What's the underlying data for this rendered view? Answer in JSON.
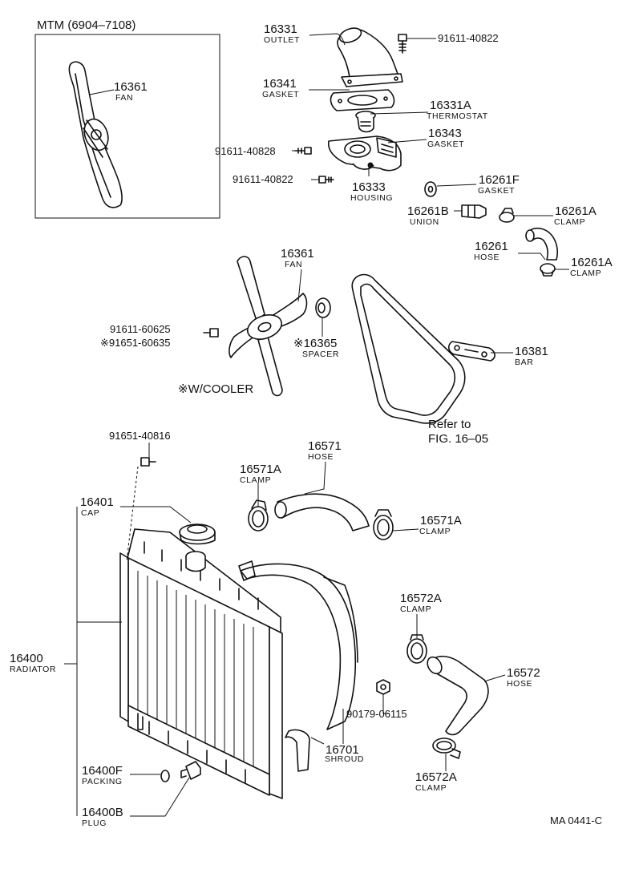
{
  "mtm_title": "MTM (6904–7108)",
  "footer_code": "MA 0441-C",
  "cooler_note": "※W/COOLER",
  "refer_line1": "Refer to",
  "refer_line2": "FIG. 16–05",
  "parts": {
    "p16361_inset": {
      "num": "16361",
      "name": "FAN"
    },
    "p16331": {
      "num": "16331",
      "name": "OUTLET"
    },
    "p91611_40822a": {
      "num": "91611-40822"
    },
    "p16341": {
      "num": "16341",
      "name": "GASKET"
    },
    "p16331A": {
      "num": "16331A",
      "name": "THERMOSTAT"
    },
    "p16343": {
      "num": "16343",
      "name": "GASKET"
    },
    "p91611_40828": {
      "num": "91611-40828"
    },
    "p91611_40822b": {
      "num": "91611-40822"
    },
    "p16333": {
      "num": "16333",
      "name": "HOUSING"
    },
    "p16261F": {
      "num": "16261F",
      "name": "GASKET"
    },
    "p16261B": {
      "num": "16261B",
      "name": "UNION"
    },
    "p16261A_top": {
      "num": "16261A",
      "name": "CLAMP"
    },
    "p16261": {
      "num": "16261",
      "name": "HOSE"
    },
    "p16261A_bot": {
      "num": "16261A",
      "name": "CLAMP"
    },
    "p16361": {
      "num": "16361",
      "name": "FAN"
    },
    "p91611_60625": {
      "num": "91611-60625"
    },
    "p91651_60635": {
      "num": "※91651-60635"
    },
    "p16365": {
      "num": "※16365",
      "name": "SPACER"
    },
    "p16381": {
      "num": "16381",
      "name": "BAR"
    },
    "p91651_40816": {
      "num": "91651-40816"
    },
    "p16571": {
      "num": "16571",
      "name": "HOSE"
    },
    "p16571A_top": {
      "num": "16571A",
      "name": "CLAMP"
    },
    "p16571A_right": {
      "num": "16571A",
      "name": "CLAMP"
    },
    "p16401": {
      "num": "16401",
      "name": "CAP"
    },
    "p16400": {
      "num": "16400",
      "name": "RADIATOR"
    },
    "p16572A_top": {
      "num": "16572A",
      "name": "CLAMP"
    },
    "p16572": {
      "num": "16572",
      "name": "HOSE"
    },
    "p90179_06115": {
      "num": "90179-06115"
    },
    "p16701": {
      "num": "16701",
      "name": "SHROUD"
    },
    "p16572A_bot": {
      "num": "16572A",
      "name": "CLAMP"
    },
    "p16400F": {
      "num": "16400F",
      "name": "PACKING"
    },
    "p16400B": {
      "num": "16400B",
      "name": "PLUG"
    }
  }
}
